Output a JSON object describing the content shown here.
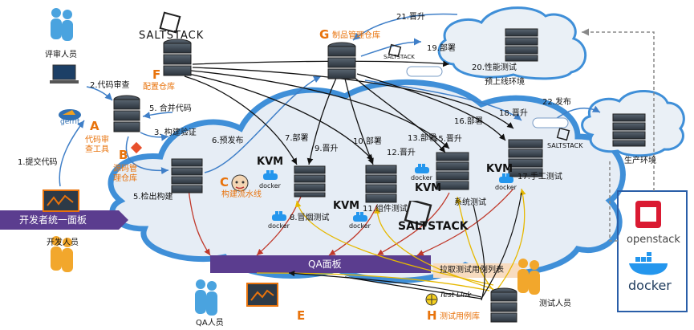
{
  "brands": {
    "saltstack_top": "SALTSTACK",
    "saltstack_g": "SALTSTACK",
    "saltstack_mid": "SALTSTACK",
    "saltstack_prod": "SALTSTACK",
    "gerrit": "gerrit",
    "kvm": "KVM",
    "docker": "docker",
    "openstack": "openstack",
    "testlink": "Test Link"
  },
  "sections": {
    "A": {
      "letter": "A",
      "label_line1": "代码审",
      "label_line2": "查工具"
    },
    "B": {
      "letter": "B",
      "label_line1": "源码管",
      "label_line2": "理仓库"
    },
    "C": {
      "letter": "C",
      "label": "构建流水线"
    },
    "E": {
      "letter": "E"
    },
    "F": {
      "letter": "F",
      "label": "配置仓库"
    },
    "G": {
      "letter": "G",
      "label": "制品管理仓库"
    },
    "H": {
      "letter": "H",
      "label": "测试用例库"
    }
  },
  "people": {
    "reviewer": "评审人员",
    "developer": "开发人员",
    "qa": "QA人员",
    "tester": "测试人员"
  },
  "panels": {
    "developer": "开发者统一面板",
    "qa": "QA面板",
    "pull_cases": "拉取测试用例列表"
  },
  "environments": {
    "preprod": "预上线环境",
    "prod": "生产环境",
    "perf": "20.性能测试",
    "smoke": "8.冒烟测试",
    "component": "11.组件测试",
    "system": "系统测试",
    "manual": "17.手工测试"
  },
  "steps": [
    "1.提交代码",
    "2.代码审查",
    "3. 构建验证",
    "5. 合并代码",
    "5.检出构建",
    "6.预发布",
    "7.部署",
    "9.晋升",
    "10.部署",
    "12.晋升",
    "13.部署",
    "15.晋升",
    "16.部署",
    "18.晋升",
    "19.部署",
    "21.晋升",
    "22.发布"
  ],
  "colors": {
    "cloud_fill": "#e6edf5",
    "cloud_stroke": "#3f8fd8",
    "panel_purple": "#5b3d8f",
    "orange": "#e8730c",
    "server_dark": "#3b4652",
    "docker_blue": "#2496ed",
    "openstack_red": "#da1a32"
  },
  "icons": [
    "person-icon",
    "laptop-icon",
    "monitor-chart-icon",
    "database-icon",
    "server-rack-icon",
    "saltstack-logo-icon",
    "gerrit-logo-icon",
    "git-logo-icon",
    "jenkins-icon",
    "kvm-logo-icon",
    "docker-logo-icon",
    "openstack-logo-icon",
    "testlink-logo-icon"
  ]
}
